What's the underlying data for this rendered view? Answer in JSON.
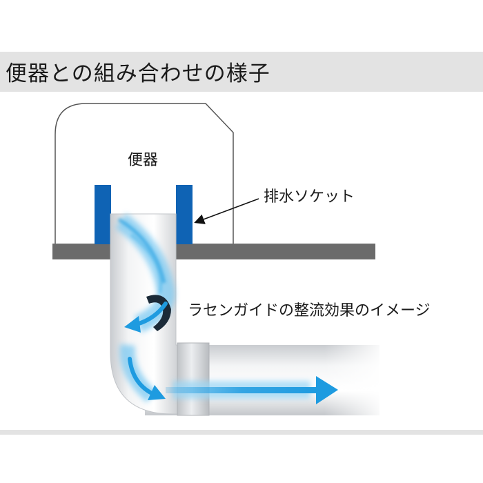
{
  "title": "便器との組み合わせの様子",
  "labels": {
    "toilet": "便器",
    "socket": "排水ソケット",
    "effect": "ラセンガイドの整流効果のイメージ"
  },
  "colors": {
    "socket_blue": "#0f63b4",
    "floor_gray": "#6b6b6b",
    "flow_blue": "#1e9be0",
    "title_band": "#e3e3e3"
  }
}
